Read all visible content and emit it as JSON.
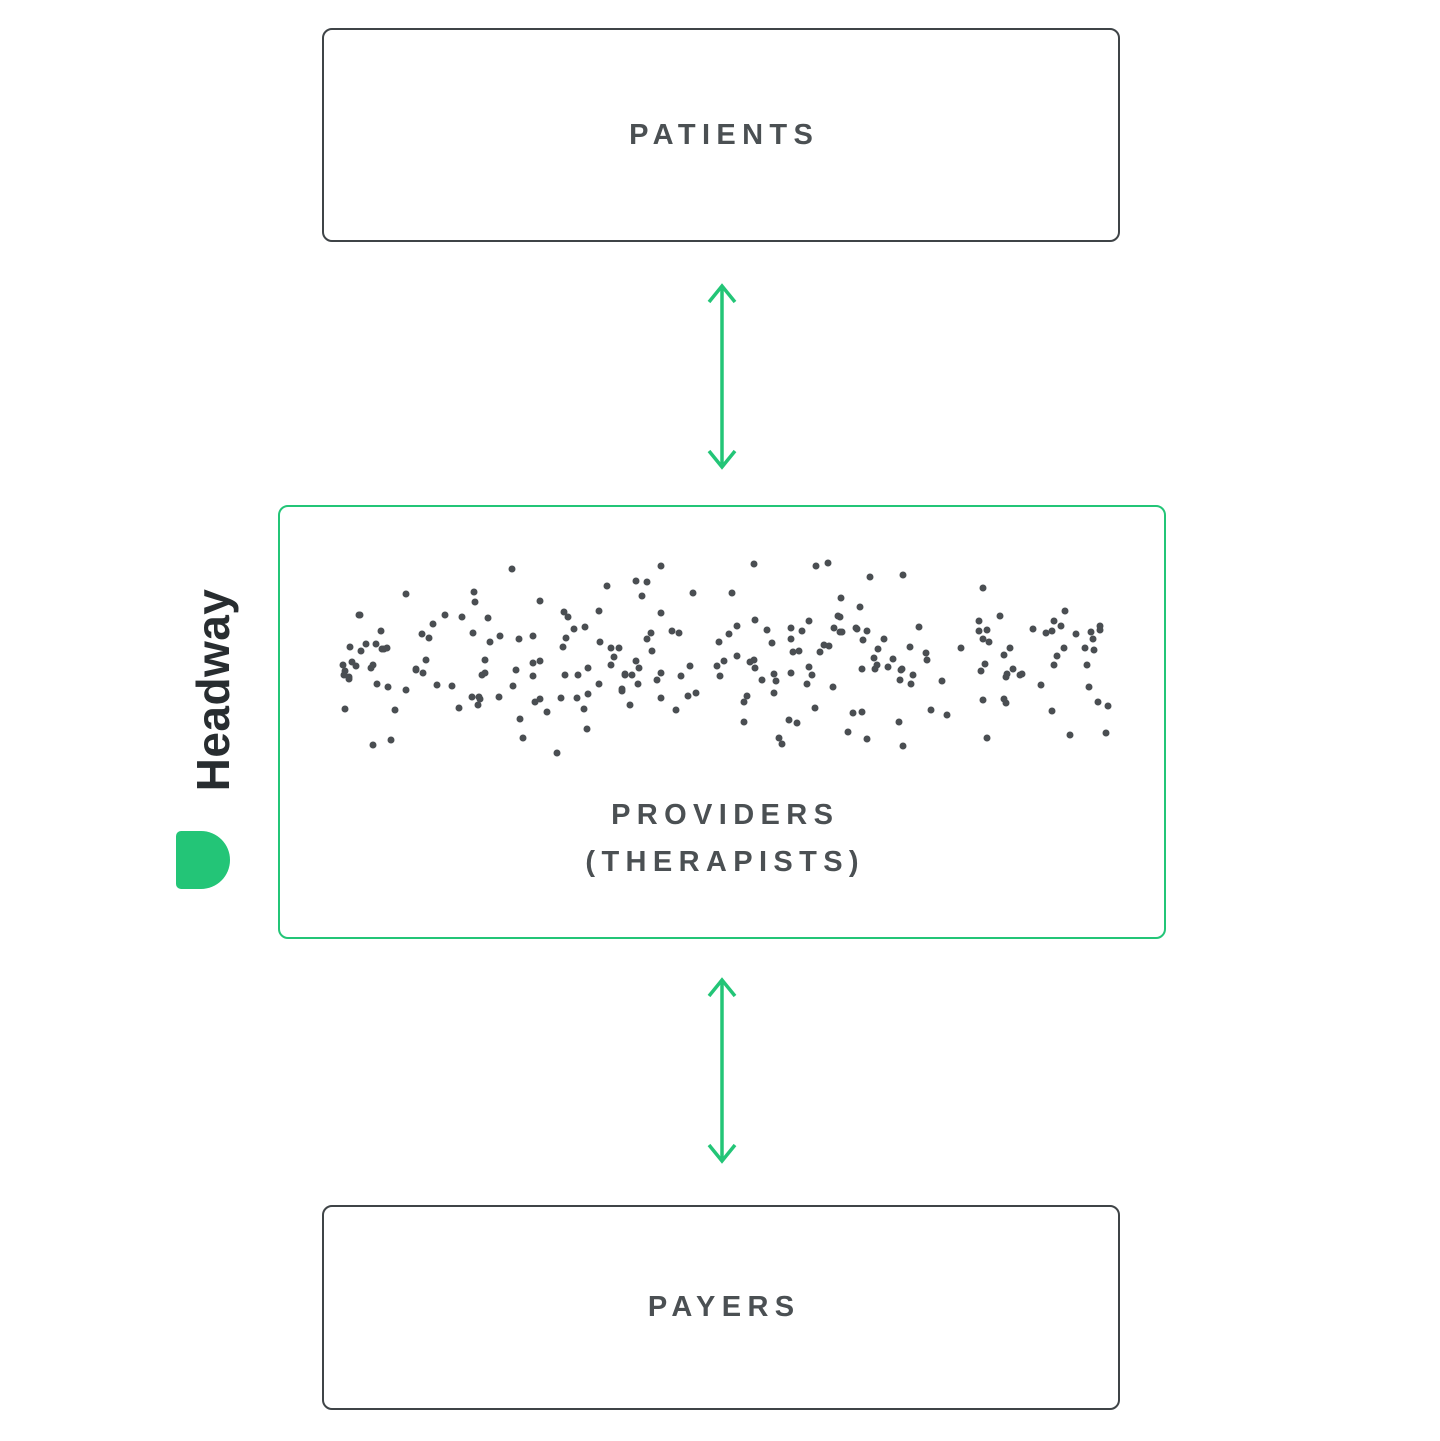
{
  "colors": {
    "accent_green": "#23c577",
    "box_border": "#3f4447",
    "label_text": "#4b5053",
    "dot": "#4a4e52",
    "logo_text": "#282d30"
  },
  "boxes": {
    "patients": {
      "label": "PATIENTS"
    },
    "providers": {
      "label_line1": "PROVIDERS",
      "label_line2": "(THERAPISTS)"
    },
    "payers": {
      "label": "PAYERS"
    }
  },
  "logo": {
    "text": "Headway",
    "mark": "headway-mark"
  },
  "dots": {
    "count": 245,
    "seed": 7
  }
}
